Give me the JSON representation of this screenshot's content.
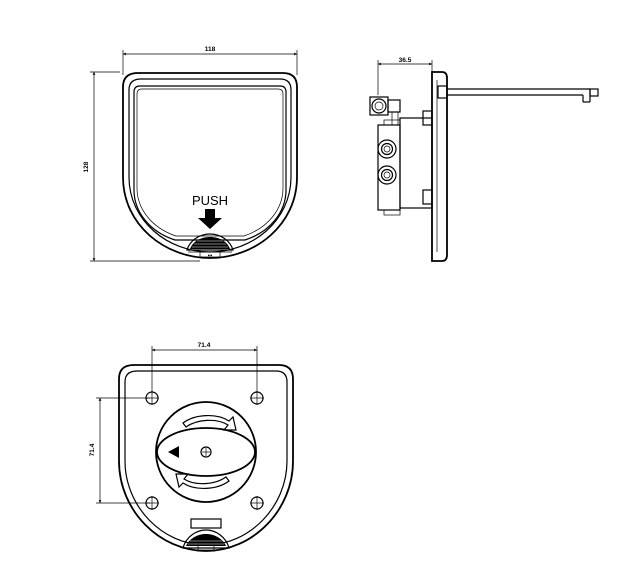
{
  "front_view": {
    "width_dim": "118",
    "height_dim": "128",
    "push_label": "PUSH"
  },
  "side_view": {
    "depth_dim": "36.5"
  },
  "rear_view": {
    "hole_spacing_horizontal": "71.4",
    "hole_spacing_vertical": "71.4"
  }
}
